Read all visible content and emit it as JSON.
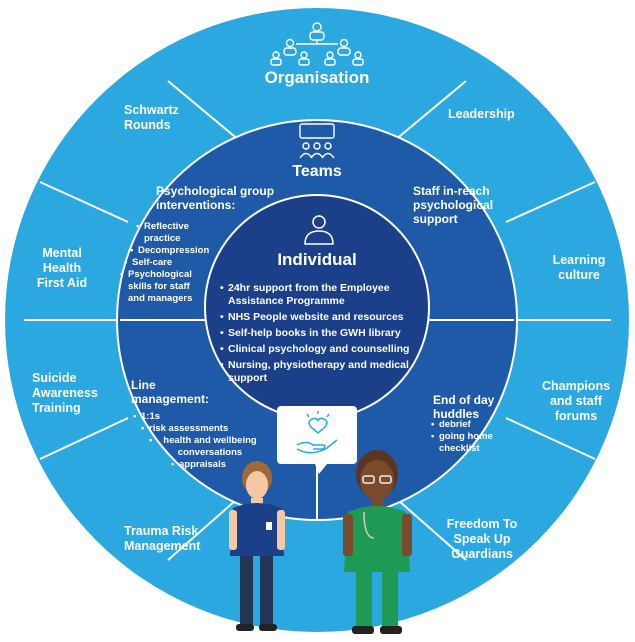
{
  "diagram": {
    "organisation": {
      "title": "Organisation",
      "segments": [
        {
          "id": "schwartz",
          "label": "Schwartz\nRounds"
        },
        {
          "id": "leadership",
          "label": "Leadership"
        },
        {
          "id": "mental-health",
          "label": "Mental\nHealth\nFirst Aid"
        },
        {
          "id": "learning-culture",
          "label": "Learning\nculture"
        },
        {
          "id": "suicide",
          "label": "Suicide\nAwareness\nTraining"
        },
        {
          "id": "champions",
          "label": "Champions\nand staff\nforums"
        },
        {
          "id": "trauma",
          "label": "Trauma Risk\nManagement"
        },
        {
          "id": "freedom",
          "label": "Freedom To\nSpeak Up\nGuardians"
        }
      ]
    },
    "teams": {
      "title": "Teams",
      "psych_group": {
        "heading": "Psychological group\ninterventions:",
        "items": [
          "Reflective practice",
          "Decompression",
          "Self-care",
          "Psychological\nskills for staff\nand managers"
        ]
      },
      "staff_inreach": {
        "heading": "Staff in-reach\npsychological\nsupport"
      },
      "line_management": {
        "heading": "Line\nmanagement:",
        "items": [
          "1:1s",
          "risk assessments",
          "health and wellbeing\nconversations",
          "appraisals"
        ]
      },
      "huddles": {
        "heading": "End of day\nhuddles",
        "items": [
          "debrief",
          "going home\nchecklist"
        ]
      }
    },
    "individual": {
      "title": "Individual",
      "items": [
        "24hr support from the Employee\nAssistance Programme",
        "NHS People website and resources",
        "Self-help books in the GWH library",
        "Clinical psychology and counselling",
        "Nursing, physiotherapy and medical\nsupport"
      ]
    },
    "colors": {
      "outer_ring": "#2ba8e0",
      "teams_ring": "#1f5aa8",
      "individual": "#1c3f8a",
      "divider": "#ffffff"
    },
    "icons": [
      "organisation-people-icon",
      "teams-meeting-icon",
      "individual-person-icon",
      "care-hand-heart-icon"
    ]
  }
}
